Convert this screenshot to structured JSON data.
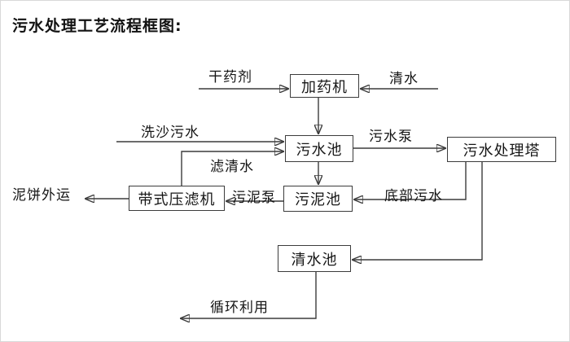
{
  "title": "污水处理工艺流程框图:",
  "diagram": {
    "line_color": "#3c3c3c",
    "text_color": "#161616",
    "background_color": "#ffffff",
    "nodes": [
      {
        "id": "dosing-machine",
        "label": "加药机"
      },
      {
        "id": "sewage-pool",
        "label": "污水池"
      },
      {
        "id": "treatment-tower",
        "label": "污水处理塔"
      },
      {
        "id": "sludge-pool",
        "label": "污泥池"
      },
      {
        "id": "belt-filter-press",
        "label": "带式压滤机"
      },
      {
        "id": "clean-water-pool",
        "label": "清水池"
      }
    ],
    "edges": [
      {
        "label": "干药剂",
        "from": "external",
        "to": "dosing-machine"
      },
      {
        "label": "清水",
        "from": "external",
        "to": "dosing-machine"
      },
      {
        "label": "",
        "from": "dosing-machine",
        "to": "sewage-pool"
      },
      {
        "label": "洗沙污水",
        "from": "external",
        "to": "sewage-pool"
      },
      {
        "label": "滤清水",
        "from": "belt-filter-press",
        "to": "sewage-pool"
      },
      {
        "label": "污水泵",
        "from": "sewage-pool",
        "to": "treatment-tower"
      },
      {
        "label": "",
        "from": "sewage-pool",
        "to": "sludge-pool"
      },
      {
        "label": "底部污水",
        "from": "treatment-tower",
        "to": "sludge-pool"
      },
      {
        "label": "污泥泵",
        "from": "sludge-pool",
        "to": "belt-filter-press"
      },
      {
        "label": "泥饼外运",
        "from": "belt-filter-press",
        "to": "external"
      },
      {
        "label": "",
        "from": "treatment-tower",
        "to": "clean-water-pool"
      },
      {
        "label": "循环利用",
        "from": "clean-water-pool",
        "to": "external"
      }
    ]
  }
}
